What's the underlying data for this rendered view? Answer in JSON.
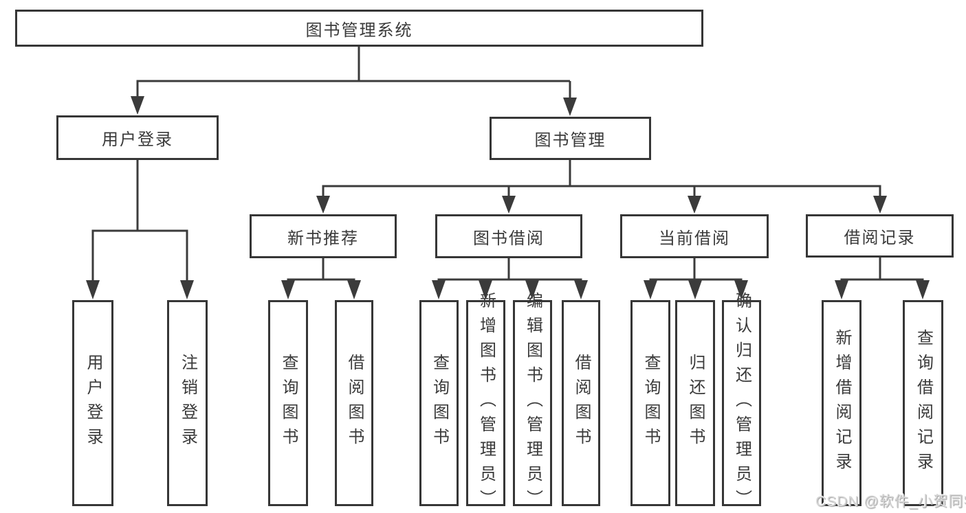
{
  "tree": {
    "root": {
      "label": "图书管理系统",
      "children": [
        {
          "label": "用户登录",
          "children": [
            {
              "label": "用户登录"
            },
            {
              "label": "注销登录"
            }
          ]
        },
        {
          "label": "图书管理",
          "children": [
            {
              "label": "新书推荐",
              "children": [
                {
                  "label": "查询图书"
                },
                {
                  "label": "借阅图书"
                }
              ]
            },
            {
              "label": "图书借阅",
              "children": [
                {
                  "label": "查询图书"
                },
                {
                  "label": "新增图书（管理员）"
                },
                {
                  "label": "编辑图书（管理员）"
                },
                {
                  "label": "借阅图书"
                }
              ]
            },
            {
              "label": "当前借阅",
              "children": [
                {
                  "label": "查询图书"
                },
                {
                  "label": "归还图书"
                },
                {
                  "label": "确认归还（管理员）"
                }
              ]
            },
            {
              "label": "借阅记录",
              "children": [
                {
                  "label": "新增借阅记录"
                },
                {
                  "label": "查询借阅记录"
                }
              ]
            }
          ]
        }
      ]
    }
  },
  "watermark": {
    "text": "CSDN @软件_小贺同学"
  },
  "colors": {
    "line": "#3b3b3b",
    "box_border": "#363636",
    "text": "#3a3a3a",
    "background": "#ffffff",
    "watermark": "#d6d6d6"
  }
}
